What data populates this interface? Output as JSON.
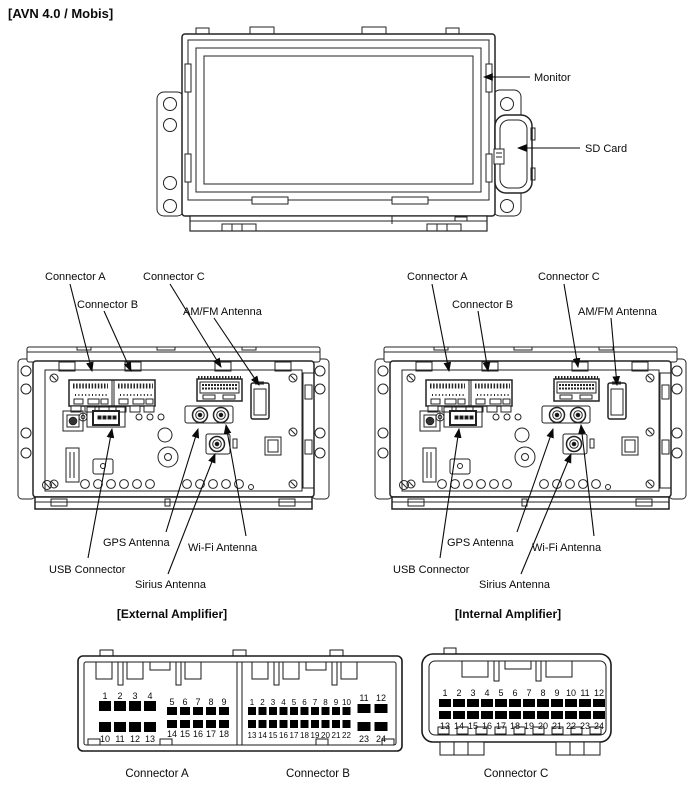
{
  "title": "[AVN 4.0 / Mobis]",
  "colors": {
    "background": "#ffffff",
    "line_art": "#1a1a1a",
    "pin_fill": "#000000"
  },
  "monitor_diagram": {
    "monitor": "Monitor",
    "sd_card": "SD Card"
  },
  "rear_diagram_labels": {
    "connector_a": "Connector A",
    "connector_b": "Connector B",
    "connector_c": "Connector C",
    "am_fm_antenna": "AM/FM Antenna",
    "gps_antenna": "GPS Antenna",
    "wifi_antenna": "Wi-Fi Antenna",
    "usb_connector": "USB Connector",
    "sirius_antenna": "Sirius Antenna"
  },
  "rear_views": {
    "external_caption": "[External Amplifier]",
    "internal_caption": "[Internal Amplifier]"
  },
  "pinouts": {
    "connector_a": {
      "caption": "Connector A",
      "top_large_pins": [
        "1",
        "2",
        "3",
        "4"
      ],
      "top_small_pins": [
        "5",
        "6",
        "7",
        "8",
        "9"
      ],
      "bottom_large_pins": [
        "10",
        "11",
        "12",
        "13"
      ],
      "bottom_small_pins": [
        "14",
        "15",
        "16",
        "17",
        "18"
      ]
    },
    "connector_b": {
      "caption": "Connector B",
      "top_small_pins": [
        "1",
        "2",
        "3",
        "4",
        "5",
        "6",
        "7",
        "8",
        "9",
        "10"
      ],
      "top_large_pins": [
        "11",
        "12"
      ],
      "bottom_small_pins": [
        "13",
        "14",
        "15",
        "16",
        "17",
        "18",
        "19",
        "20",
        "21",
        "22"
      ],
      "bottom_large_pins": [
        "23",
        "24"
      ]
    },
    "connector_c": {
      "caption": "Connector C",
      "top_pins": [
        "1",
        "2",
        "3",
        "4",
        "5",
        "6",
        "7",
        "8",
        "9",
        "10",
        "11",
        "12"
      ],
      "bottom_pins": [
        "13",
        "14",
        "15",
        "16",
        "17",
        "18",
        "19",
        "20",
        "21",
        "22",
        "23",
        "24"
      ]
    }
  }
}
